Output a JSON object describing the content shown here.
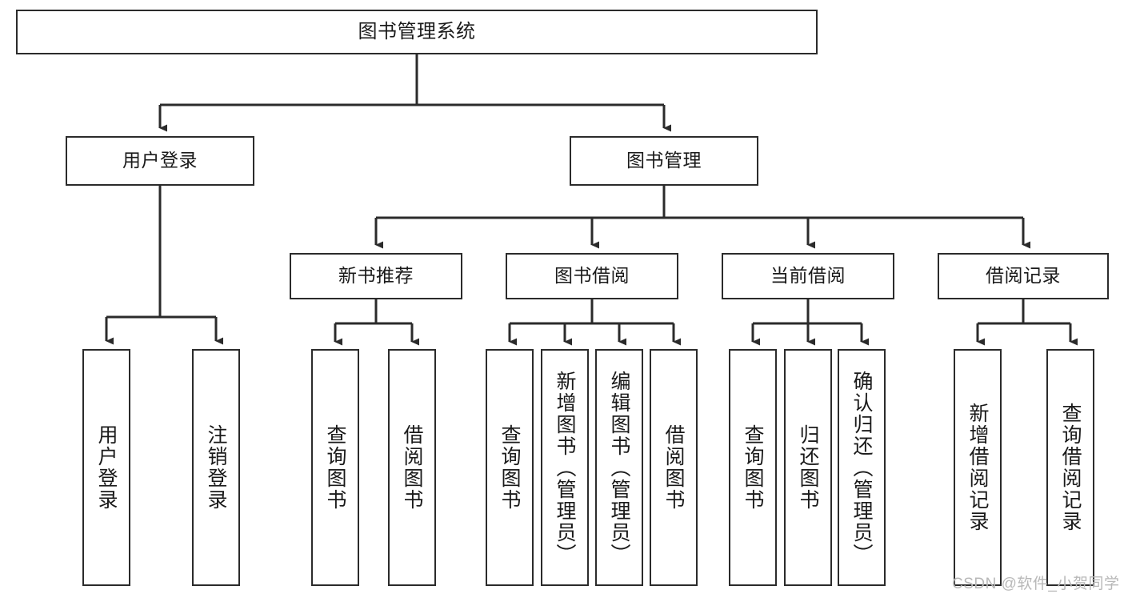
{
  "diagram": {
    "type": "tree-hierarchy",
    "title": "图书管理系统",
    "stroke_color": "#2b2b2b",
    "background_color": "#ffffff",
    "text_color": "#1a1a1a",
    "nodes": {
      "root": {
        "label": "图书管理系统"
      },
      "level1": [
        {
          "id": "user-login",
          "label": "用户登录"
        },
        {
          "id": "book-management",
          "label": "图书管理"
        }
      ],
      "level2": [
        {
          "id": "new-book-recommend",
          "label": "新书推荐"
        },
        {
          "id": "book-borrow",
          "label": "图书借阅"
        },
        {
          "id": "current-borrow",
          "label": "当前借阅"
        },
        {
          "id": "borrow-record",
          "label": "借阅记录"
        }
      ],
      "leaves": {
        "user_login": [
          {
            "id": "leaf-user-login",
            "label": "用户登录"
          },
          {
            "id": "leaf-logout-login",
            "label": "注销登录"
          }
        ],
        "new_book_recommend": [
          {
            "id": "leaf-query-book-1",
            "label": "查询图书"
          },
          {
            "id": "leaf-borrow-book-1",
            "label": "借阅图书"
          }
        ],
        "book_borrow": [
          {
            "id": "leaf-query-book-2",
            "label": "查询图书"
          },
          {
            "id": "leaf-add-book",
            "label": "新增图书（管理员）"
          },
          {
            "id": "leaf-edit-book",
            "label": "编辑图书（管理员）"
          },
          {
            "id": "leaf-borrow-book-2",
            "label": "借阅图书"
          }
        ],
        "current_borrow": [
          {
            "id": "leaf-query-book-3",
            "label": "查询图书"
          },
          {
            "id": "leaf-return-book",
            "label": "归还图书"
          },
          {
            "id": "leaf-confirm-return",
            "label": "确认归还（管理员）"
          }
        ],
        "borrow_record": [
          {
            "id": "leaf-add-borrow-record",
            "label": "新增借阅记录"
          },
          {
            "id": "leaf-query-borrow-record",
            "label": "查询借阅记录"
          }
        ]
      }
    }
  },
  "watermark": {
    "text": "CSDN @软件_小贺同学"
  }
}
